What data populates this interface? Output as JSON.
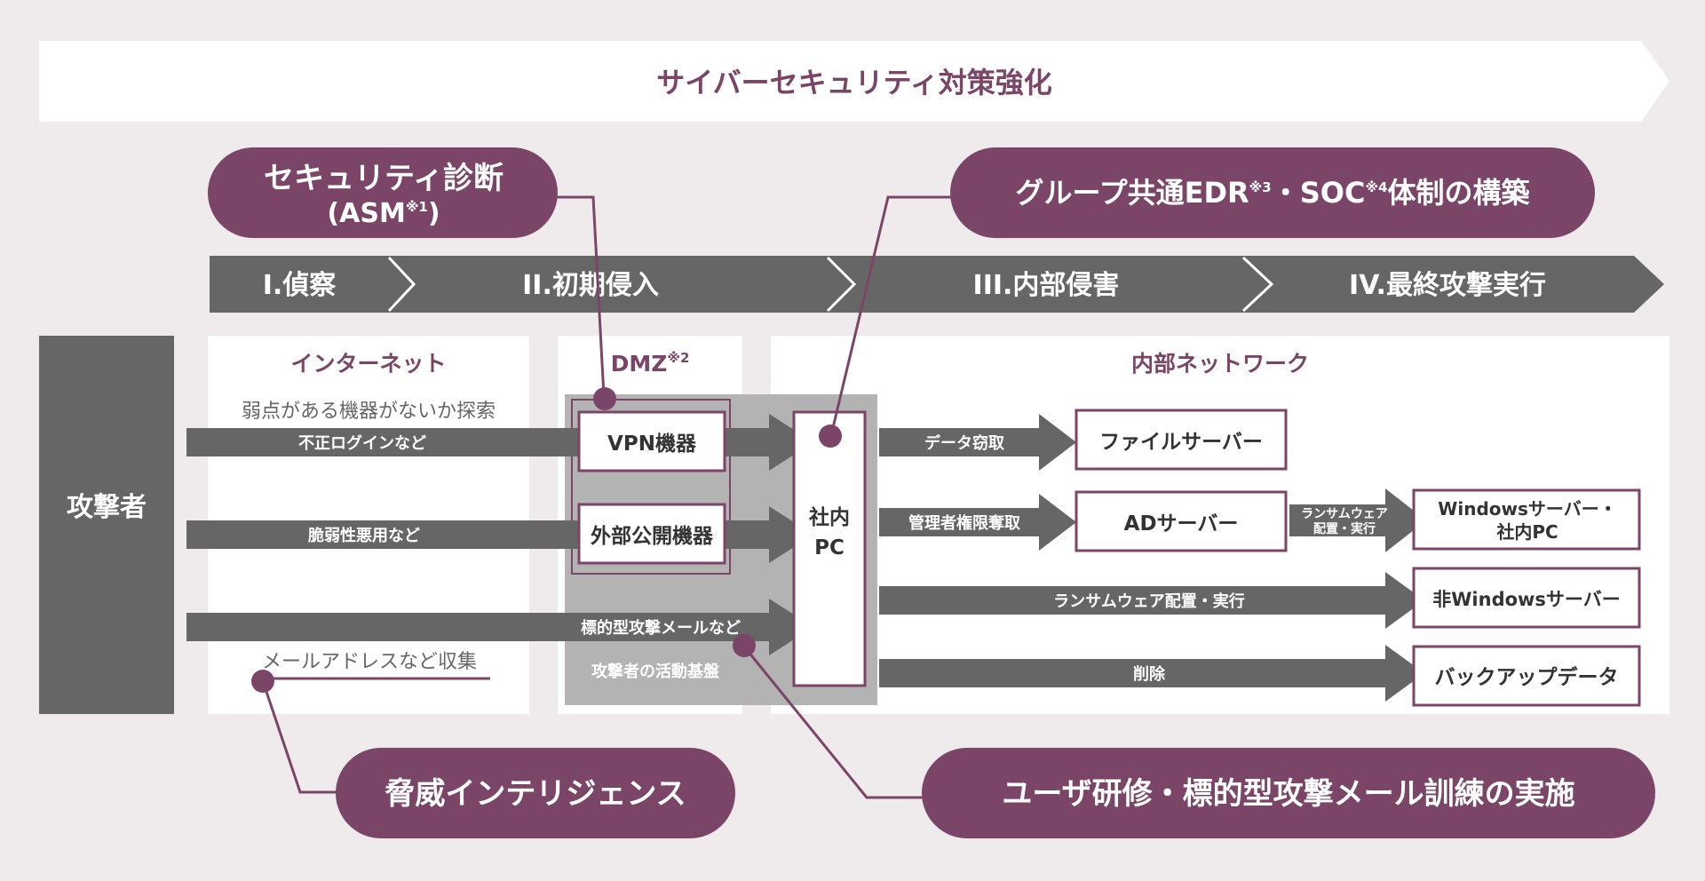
{
  "banner": {
    "title": "サイバーセキュリティ対策強化"
  },
  "callouts": {
    "asm": {
      "line1": "セキュリティ診断",
      "line2_open": "(ASM",
      "line2_note": "※1",
      "line2_close": ")"
    },
    "edr": {
      "part1": "グループ共通EDR",
      "note1": "※3",
      "part2": "・SOC",
      "note2": "※4",
      "part3": "体制の構築"
    },
    "threat_intel": "脅威インテリジェンス",
    "training": "ユーザ研修・標的型攻撃メール訓練の実施"
  },
  "phases": [
    "I.偵察",
    "II.初期侵入",
    "III.内部侵害",
    "IV.最終攻撃実行"
  ],
  "attacker": "攻撃者",
  "zones": {
    "internet": {
      "title": "インターネット",
      "probe_text": "弱点がある機器がないか探索",
      "collect_text": "メールアドレスなど収集"
    },
    "dmz": {
      "title": "DMZ",
      "note": "※2",
      "base_label": "攻撃者の活動基盤"
    },
    "internal": {
      "title": "内部ネットワーク"
    }
  },
  "attack_arrows": [
    "不正ログインなど",
    "脆弱性悪用など",
    "標的型攻撃メールなど"
  ],
  "dmz_devices": [
    "VPN機器",
    "外部公開機器"
  ],
  "internal_pc": {
    "line1": "社内",
    "line2": "PC"
  },
  "internal_arrows": [
    "データ窃取",
    "管理者権限奪取",
    "ランサムウェア配置・実行",
    "削除"
  ],
  "ransom_small": {
    "line1": "ランサムウェア",
    "line2": "配置・実行"
  },
  "servers": {
    "file": "ファイルサーバー",
    "ad": "ADサーバー",
    "windows": {
      "line1": "Windowsサーバー・",
      "line2": "社内PC"
    },
    "non_windows": "非Windowsサーバー",
    "backup": "バックアップデータ"
  },
  "colors": {
    "purple": "#7b4568",
    "gray": "#666666",
    "light_gray": "#b3b3b3",
    "background": "#efebed"
  }
}
